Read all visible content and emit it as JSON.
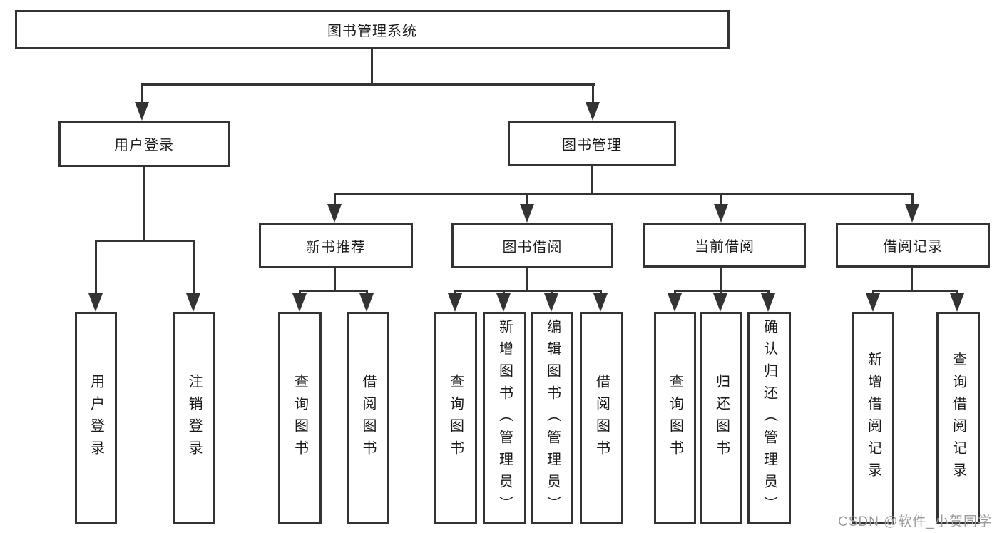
{
  "diagram": {
    "root": {
      "label": "图书管理系统",
      "children": [
        {
          "label": "用户登录",
          "children": [
            "用户登录",
            "注销登录"
          ]
        },
        {
          "label": "图书管理",
          "children": [
            {
              "label": "新书推荐",
              "children": [
                "查询图书",
                "借阅图书"
              ]
            },
            {
              "label": "图书借阅",
              "children": [
                "查询图书",
                "新增图书（管理员）",
                "编辑图书（管理员）",
                "借阅图书"
              ]
            },
            {
              "label": "当前借阅",
              "children": [
                "查询图书",
                "归还图书",
                "确认归还（管理员）"
              ]
            },
            {
              "label": "借阅记录",
              "children": [
                "新增借阅记录",
                "查询借阅记录"
              ]
            }
          ]
        }
      ]
    },
    "colors": {
      "line": "#333333",
      "text": "#1a1a1a",
      "background": "#ffffff",
      "watermark": "#9b9b9b"
    }
  },
  "watermark": {
    "text": "CSDN @软件_小贺同学"
  }
}
